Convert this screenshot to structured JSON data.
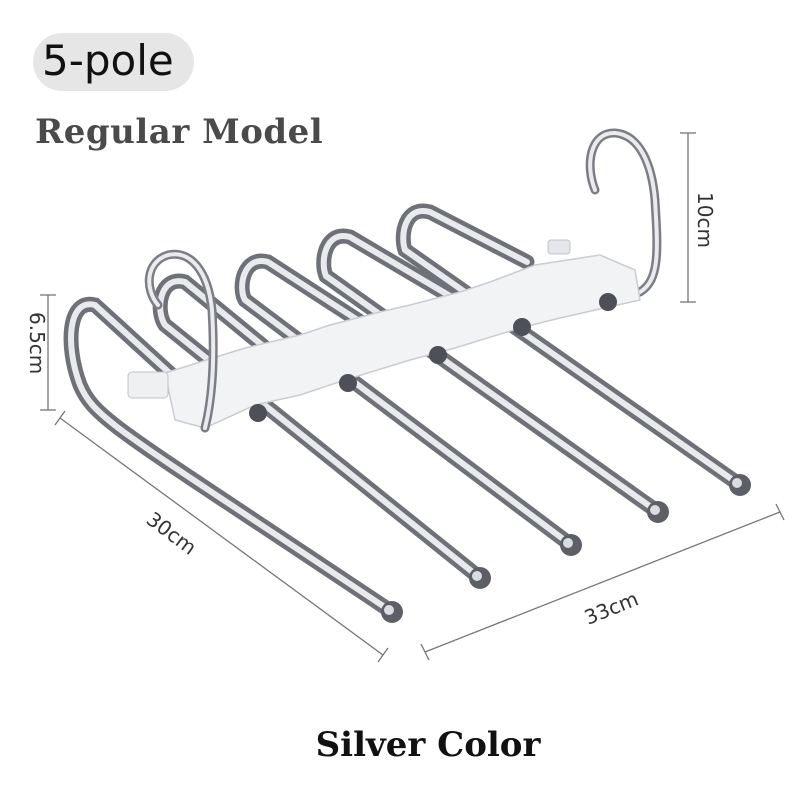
{
  "badge": {
    "label": "5-pole"
  },
  "model": {
    "label": "Regular Model"
  },
  "color": {
    "label": "Silver Color"
  },
  "dimensions": {
    "height_hook": "10cm",
    "height_rack": "6.5cm",
    "depth": "30cm",
    "width": "33cm"
  },
  "product": {
    "poles": 5,
    "material_color": "#c9ccd1",
    "clip_color": "#f2f3f5"
  }
}
